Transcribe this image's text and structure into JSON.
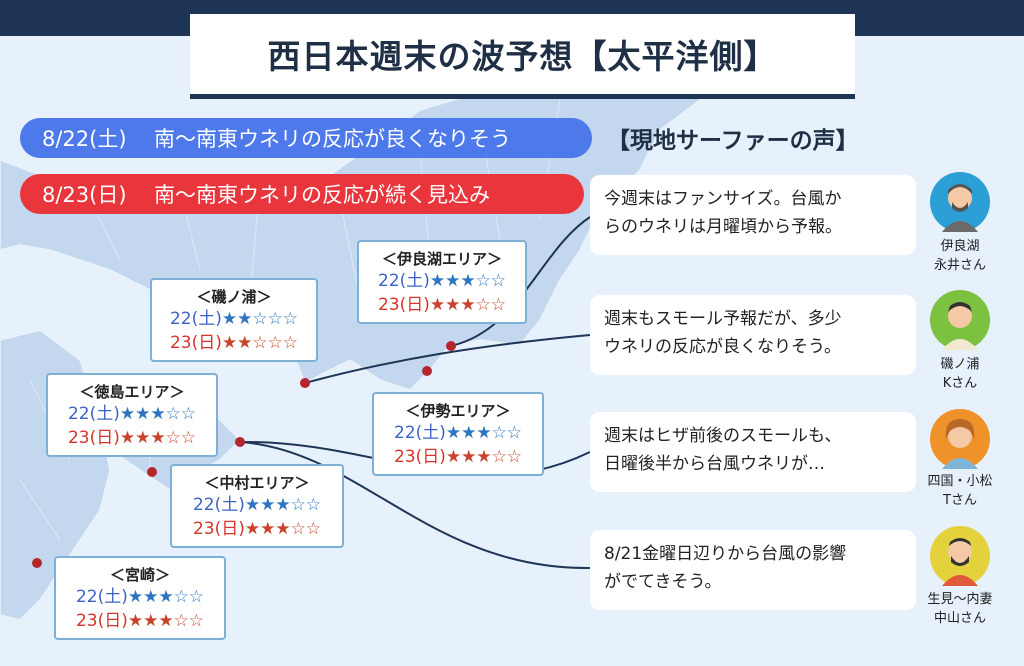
{
  "title": "西日本週末の波予想【太平洋側】",
  "forecasts": [
    {
      "date": "8/22(土)",
      "text": "南〜南東ウネリの反応が良くなりそう"
    },
    {
      "date": "8/23(日)",
      "text": "南〜南東ウネリの反応が続く見込み"
    }
  ],
  "voices_title": "【現地サーファーの声】",
  "areas": [
    {
      "name": "＜伊良湖エリア＞",
      "sat_label": "22(土)",
      "sat_stars": "★★★☆☆",
      "sat_rating": 3,
      "sun_label": "23(日)",
      "sun_stars": "★★★☆☆",
      "sun_rating": 3
    },
    {
      "name": "＜磯ノ浦＞",
      "sat_label": "22(土)",
      "sat_stars": "★★☆☆☆",
      "sat_rating": 2,
      "sun_label": "23(日)",
      "sun_stars": "★★☆☆☆",
      "sun_rating": 2
    },
    {
      "name": "＜徳島エリア＞",
      "sat_label": "22(土)",
      "sat_stars": "★★★☆☆",
      "sat_rating": 3,
      "sun_label": "23(日)",
      "sun_stars": "★★★☆☆",
      "sun_rating": 3
    },
    {
      "name": "＜伊勢エリア＞",
      "sat_label": "22(土)",
      "sat_stars": "★★★☆☆",
      "sat_rating": 2.5,
      "sun_label": "23(日)",
      "sun_stars": "★★★☆☆",
      "sun_rating": 2.5
    },
    {
      "name": "＜中村エリア＞",
      "sat_label": "22(土)",
      "sat_stars": "★★★☆☆",
      "sat_rating": 3,
      "sun_label": "23(日)",
      "sun_stars": "★★★☆☆",
      "sun_rating": 3
    },
    {
      "name": "＜宮崎＞",
      "sat_label": "22(土)",
      "sat_stars": "★★★☆☆",
      "sat_rating": 3,
      "sun_label": "23(日)",
      "sun_stars": "★★★☆☆",
      "sun_rating": 3
    }
  ],
  "voices": [
    {
      "lines": [
        "今週末はファンサイズ。台風か",
        "らのウネリは月曜頃から予報。"
      ],
      "person_line1": "伊良湖",
      "person_line2": "永井さん",
      "avatar_color": "#2c9fd6"
    },
    {
      "lines": [
        "週末もスモール予報だが、多少",
        "ウネリの反応が良くなりそう。"
      ],
      "person_line1": "磯ノ浦",
      "person_line2": "Kさん",
      "avatar_color": "#7cc13f"
    },
    {
      "lines": [
        "週末はヒザ前後のスモールも、",
        "日曜後半から台風ウネリが…"
      ],
      "person_line1": "四国・小松",
      "person_line2": "Tさん",
      "avatar_color": "#f0922a"
    },
    {
      "lines": [
        "8/21金曜日辺りから台風の影響",
        "がでてきそう。"
      ],
      "person_line1": "生見〜内妻",
      "person_line2": "中山さん",
      "avatar_color": "#e3d23b"
    }
  ],
  "colors": {
    "sat": "#3d63c6",
    "sun": "#d6342c",
    "navy": "#1e3556",
    "pill_blue": "#4d79ea",
    "pill_red": "#e8363c"
  }
}
